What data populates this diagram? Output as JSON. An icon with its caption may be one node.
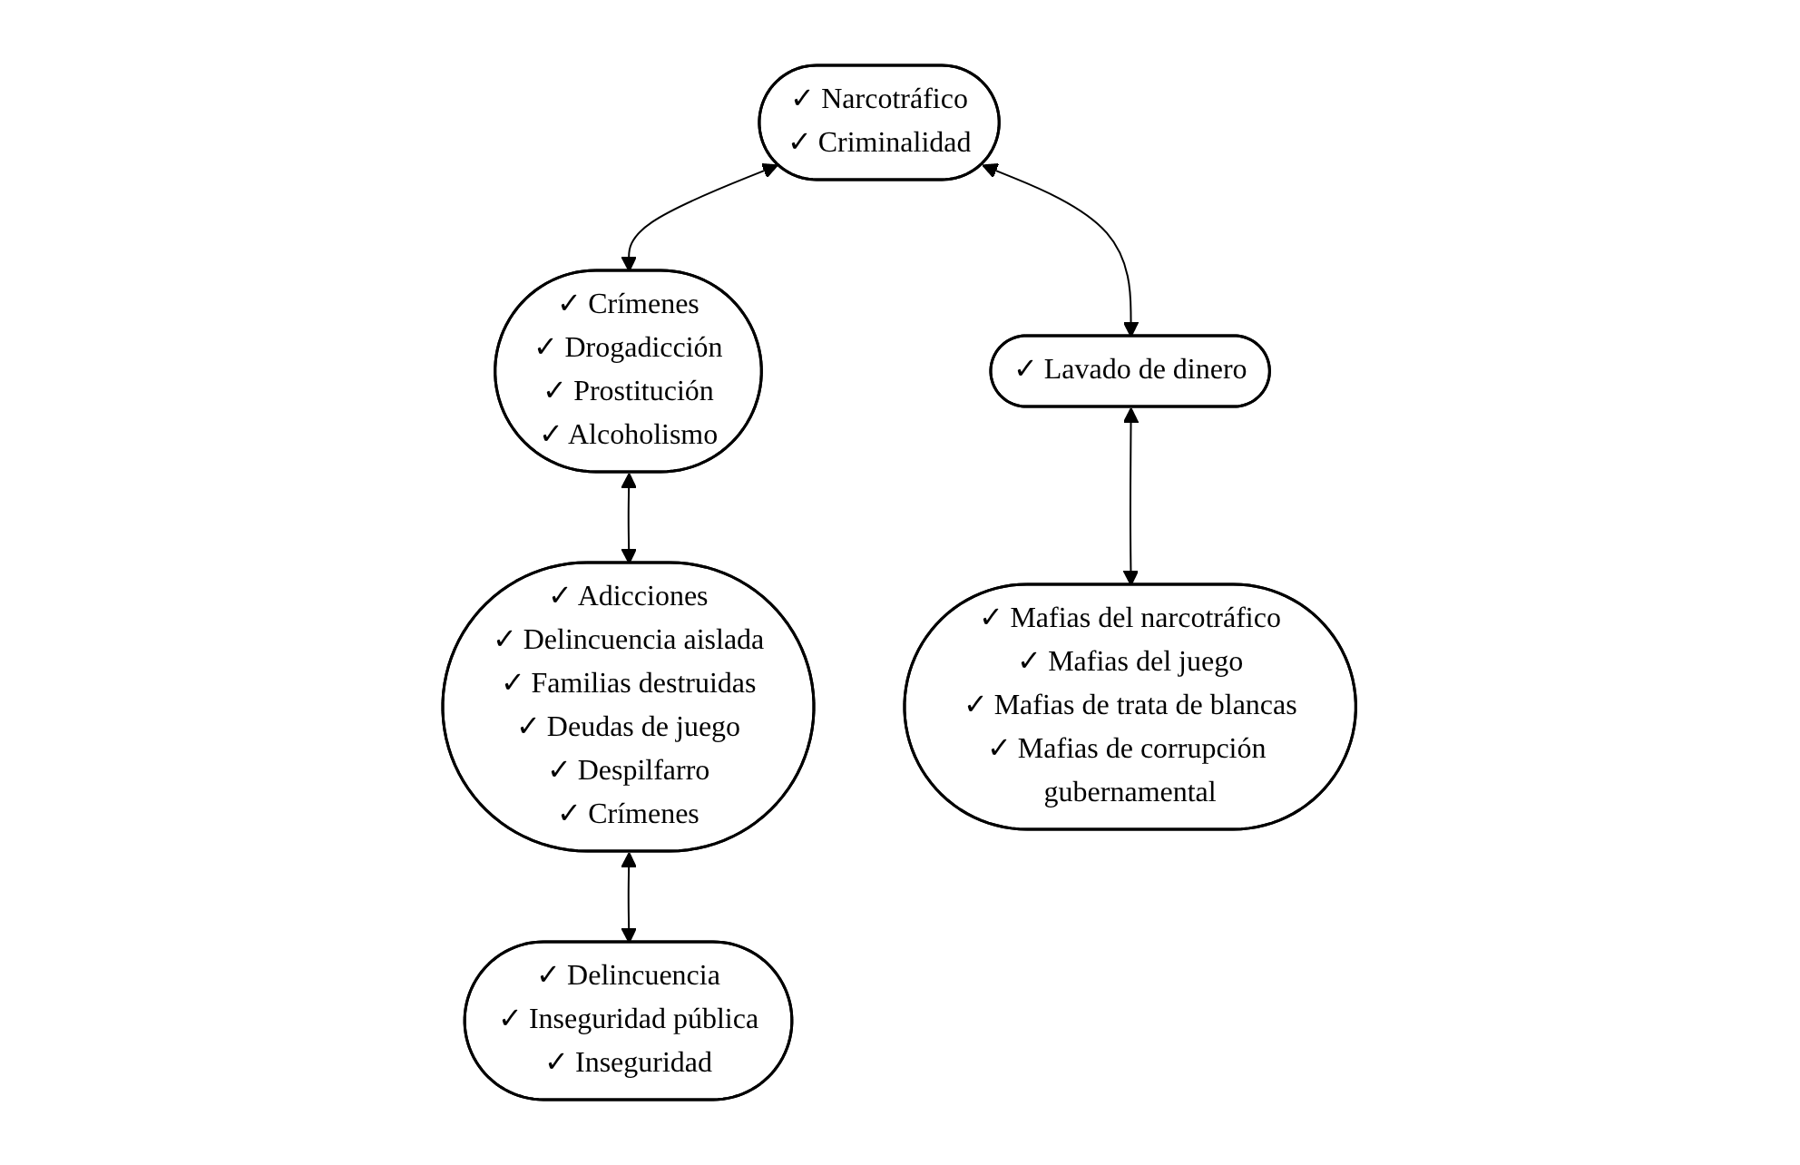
{
  "diagram": {
    "nodes": [
      {
        "text": [
          "✓ Crímenes",
          "✓ Drogadicción",
          "✓ Prostitución",
          "✓ Alcoholismo"
        ]
      },
      {
        "text": [
          "✓ Narcotráfico",
          "✓ Criminalidad"
        ]
      },
      {
        "text": [
          "✓ Adicciones",
          "✓ Delincuencia aislada",
          "✓ Familias destruidas",
          "✓ Deudas de juego",
          "✓ Despilfarro",
          "✓ Crímenes"
        ]
      },
      {
        "text": [
          "✓ Lavado de dinero"
        ]
      },
      {
        "text": [
          "✓ Delincuencia",
          "✓ Inseguridad pública",
          "✓ Inseguridad"
        ]
      },
      {
        "text": [
          "✓ Mafias del narcotráfico",
          "✓ Mafias del juego",
          "✓ Mafias de trata de blancas",
          "✓ Mafias de corrupción gubernamental"
        ]
      }
    ],
    "edges": [
      {
        "from": 1,
        "to": 0,
        "arrow": "both"
      },
      {
        "from": 0,
        "to": 2,
        "arrow": "both"
      },
      {
        "from": 1,
        "to": 3,
        "arrow": "both"
      },
      {
        "from": 2,
        "to": 4,
        "arrow": "both"
      },
      {
        "from": 3,
        "to": 5,
        "arrow": "both"
      }
    ]
  }
}
